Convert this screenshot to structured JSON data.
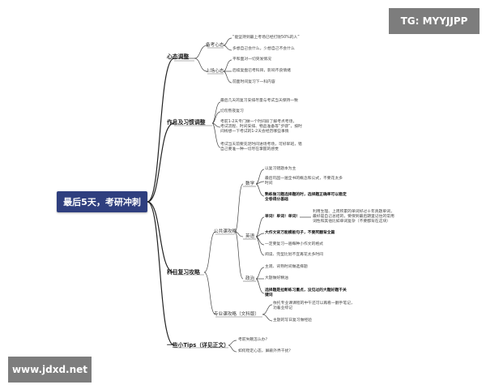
{
  "watermark_top": "TG: MYYJJPP",
  "watermark_bottom": "www.jdxd.net",
  "root": "最后5天，考研冲刺",
  "branches": {
    "mentality": {
      "label": "心态调整",
      "subs": {
        "before": {
          "label": "备考心态",
          "leaves": [
            "“能坚持到最上考场已经打败50%的人”",
            "多想自己会什么，少想自己不会什么"
          ]
        },
        "exam": {
          "label": "上场心态",
          "leaves": [
            "平和面对一切突发情况",
            "后续复盘已考科目，影响不良情绪",
            "前面时间复习下一科内容"
          ]
        }
      }
    },
    "schedule": {
      "label": "作息及习惯调整",
      "leaves": [
        "最后几天的复习安排尽量与考试当天保持一致",
        "切勿熬夜复习",
        "考前1-2天专门做一个时间段了解考点考场，",
        "考试流程、时间安排、物品准备等“步骤”，按时",
        "间线想一下考试的1-2天会经历哪些事情",
        "考试当天前要充足时间进场考场，可好早班，错",
        "自己要准一种一切尽在掌握的感觉"
      ]
    },
    "subjects": {
      "label": "科目复习攻略",
      "public": {
        "label": "公共课攻略",
        "math": {
          "label": "数学",
          "leaves": [
            "以复习错题本为主",
            "最后巩固一遍全书的概念和公式，不要花太多",
            "时间",
            "熟练做习题选择题的时，选择题正确率可以稳定",
            "全卷得分基础"
          ]
        },
        "english": {
          "label": "英语",
          "vocab": "单词！单词！单词！",
          "vocab_note": [
            "利用生理、上周积累的单词好过十年真题单词，",
            "最好是自己总结的，要保到最后期里记住的常用",
            "词性和其他比如单词复杂（不要都背在这块）"
          ],
          "leaves": [
            "大作文背万能模板句子，不要死翻背全篇",
            "一定要复习一遍每种小作文的格式",
            "阅读、完型比划不宜再花太多时间"
          ]
        },
        "politics": {
          "label": "政治",
          "leaves": [
            "主观、背熟时间做选择题",
            "大题做好精油",
            "选择题是拉断练习重点，没见过的大题好题干关",
            "键词"
          ]
        }
      },
      "major": {
        "label": "专业课攻略（文科版）",
        "leaves": [
          "依托专业课课程的中午还可以再看一翻手笔记，",
          "功着业综记",
          "主题的写日复习做经验"
        ]
      }
    },
    "tips": {
      "label": "一些小Tips（详见正文）",
      "leaves": [
        "考前失眠怎么办？",
        "如何稳定心态，屏蔽外界干扰？"
      ]
    }
  }
}
